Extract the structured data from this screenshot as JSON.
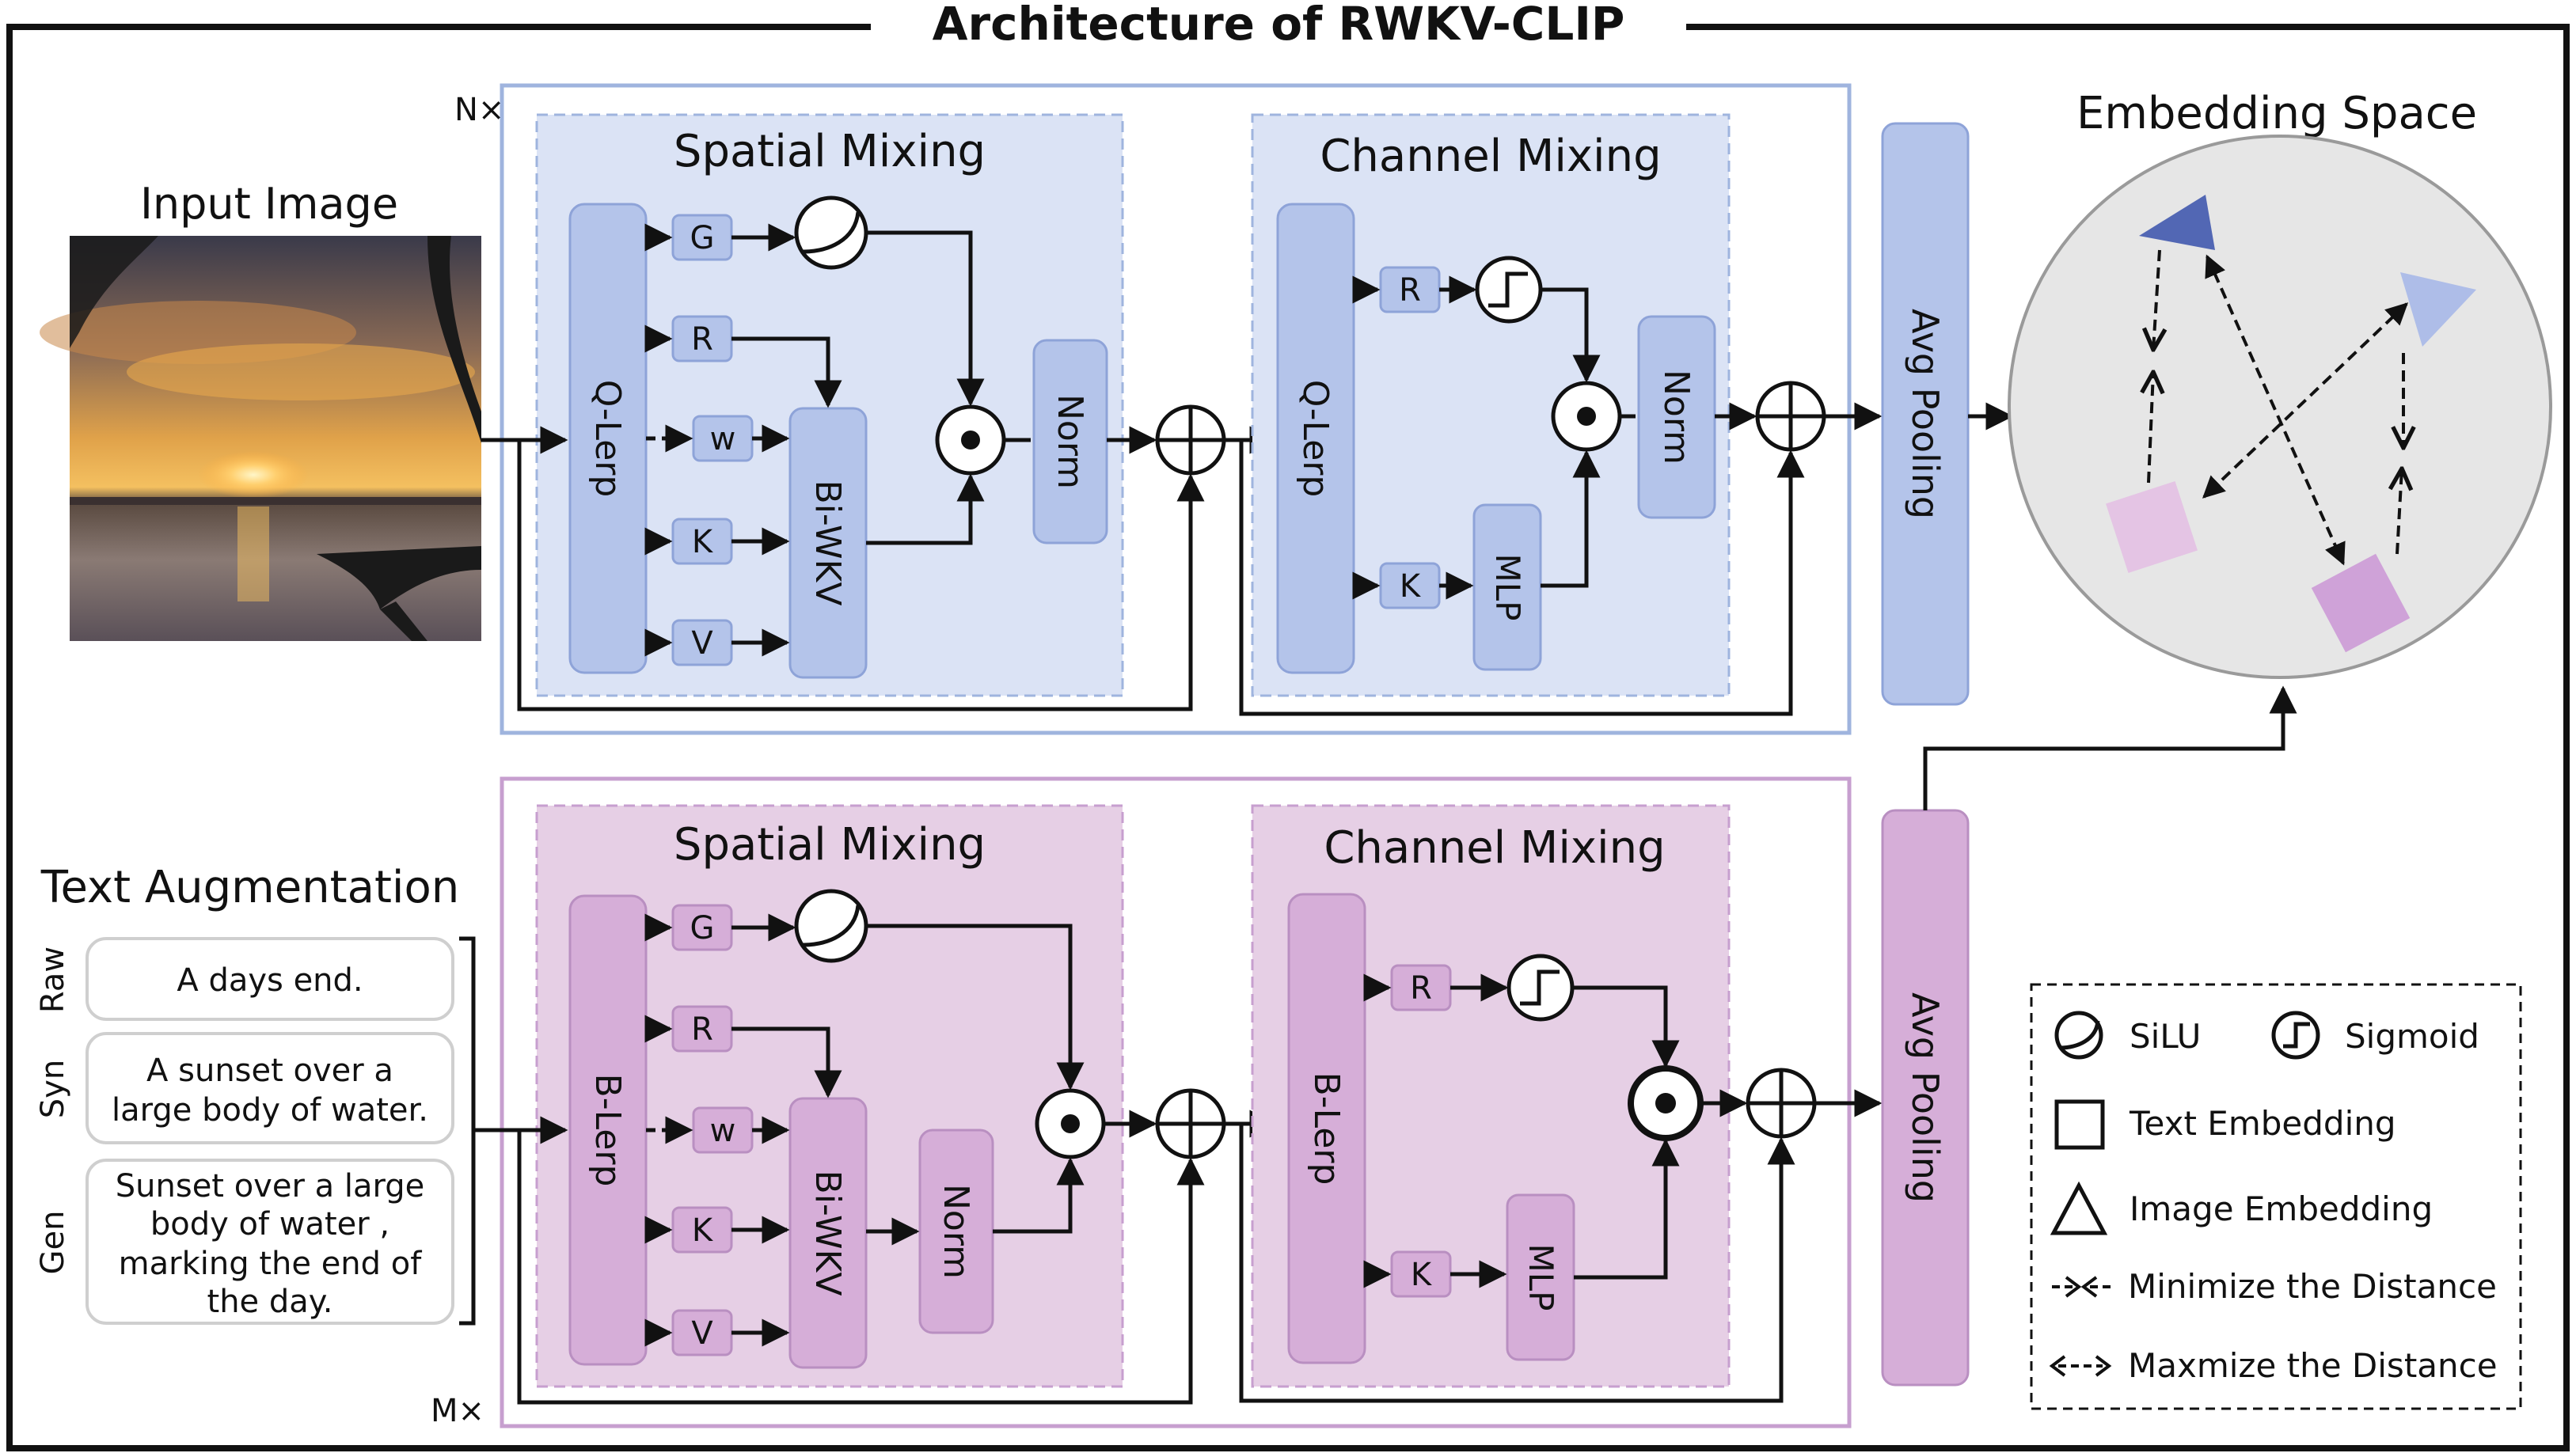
{
  "title": "Architecture of RWKV-CLIP",
  "image_encoder": {
    "repeat": "N×",
    "spatial_mixing": {
      "title": "Spatial Mixing",
      "lerp": "Q-Lerp",
      "inputs": [
        "G",
        "R",
        "w",
        "K",
        "V"
      ],
      "wkv": "Bi-WKV",
      "norm": "Norm"
    },
    "channel_mixing": {
      "title": "Channel Mixing",
      "lerp": "Q-Lerp",
      "inputs": [
        "R",
        "K"
      ],
      "mlp": "MLP",
      "norm": "Norm"
    },
    "pooling": "Avg Pooling"
  },
  "input_image": {
    "label": "Input Image"
  },
  "text_encoder": {
    "repeat": "M×",
    "spatial_mixing": {
      "title": "Spatial Mixing",
      "lerp": "B-Lerp",
      "inputs": [
        "G",
        "R",
        "w",
        "K",
        "V"
      ],
      "wkv": "Bi-WKV",
      "norm": "Norm"
    },
    "channel_mixing": {
      "title": "Channel Mixing",
      "lerp": "B-Lerp",
      "inputs": [
        "R",
        "K"
      ],
      "mlp": "MLP"
    },
    "pooling": "Avg Pooling"
  },
  "text_augmentation": {
    "title": "Text Augmentation",
    "items": [
      {
        "tag": "Raw",
        "lines": [
          "A days end."
        ]
      },
      {
        "tag": "Syn",
        "lines": [
          "A sunset over a",
          "large body of water."
        ]
      },
      {
        "tag": "Gen",
        "lines": [
          "Sunset over a large",
          "body of water ,",
          "marking the end of",
          "the day."
        ]
      }
    ]
  },
  "embedding_space": {
    "title": "Embedding Space"
  },
  "legend": {
    "silu": "SiLU",
    "sigmoid": "Sigmoid",
    "text_embedding": "Text Embedding",
    "image_embedding": "Image Embedding",
    "minimize": "Minimize the Distance",
    "maximize": "Maxmize the Distance"
  },
  "colors": {
    "image_panel_fill": "#dbe3f5",
    "image_panel_border": "#9fb4de",
    "image_block_fill": "#b4c4ea",
    "image_block_border": "#8ea3d8",
    "text_panel_fill": "#e6cfe5",
    "text_panel_border": "#c79fcf",
    "text_block_fill": "#d6aed8",
    "text_block_border": "#b98fc1",
    "embedding_circle": "#e6e6e6",
    "triangle_dark": "#5267b4",
    "triangle_light": "#aebde8",
    "square_light": "#e4c4e4",
    "square_dark": "#cfa2d8"
  }
}
